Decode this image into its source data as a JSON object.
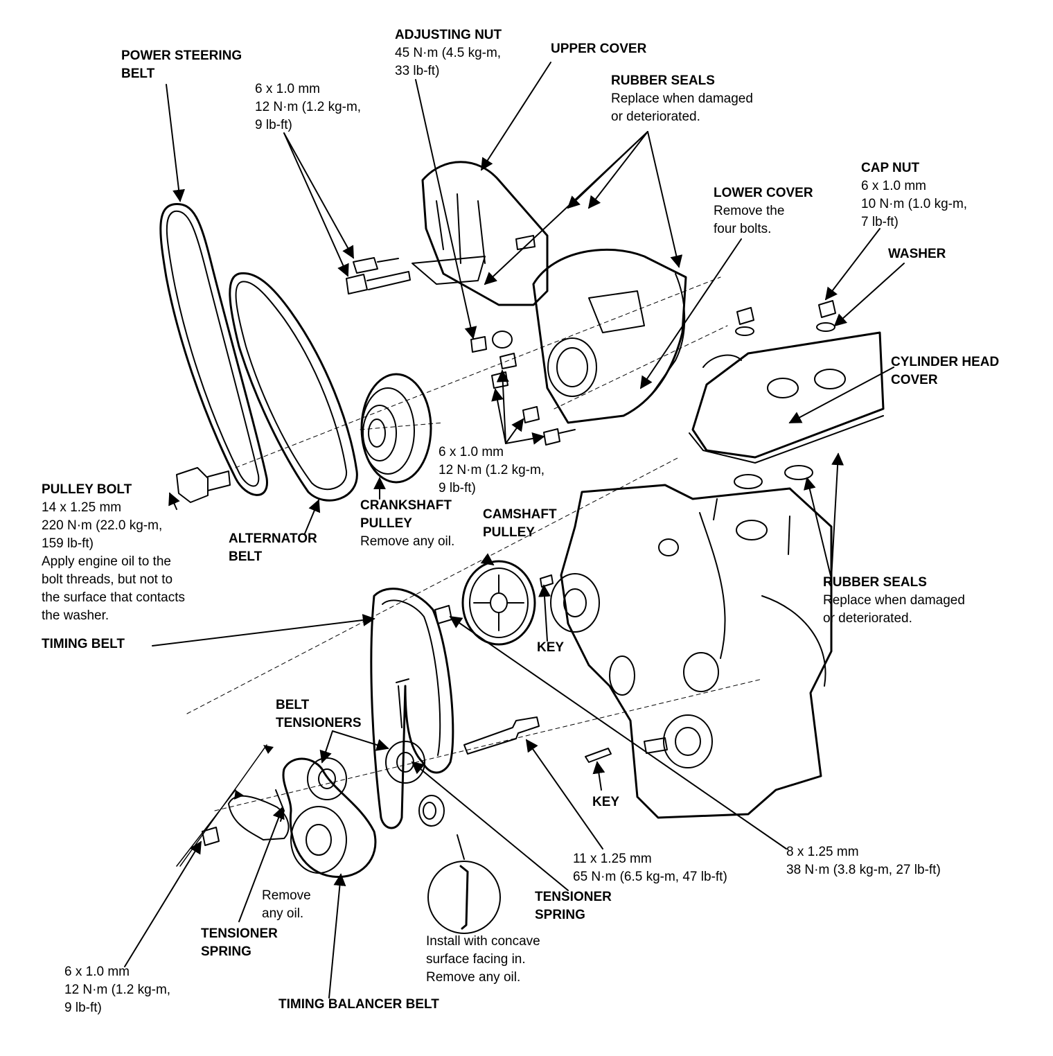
{
  "colors": {
    "ink": "#000000",
    "paper": "#ffffff"
  },
  "labels": {
    "power_steering_belt": {
      "title1": "POWER STEERING",
      "title2": "BELT"
    },
    "bolt_6x1_top": {
      "size": "6 x 1.0 mm",
      "torque1": "12 N·m (1.2 kg-m,",
      "torque2": "9 lb-ft)"
    },
    "adjusting_nut": {
      "title": "ADJUSTING NUT",
      "torque1": "45 N·m (4.5 kg-m,",
      "torque2": "33 lb-ft)"
    },
    "upper_cover": {
      "title": "UPPER COVER"
    },
    "rubber_seals_top": {
      "title": "RUBBER SEALS",
      "note1": "Replace when damaged",
      "note2": "or deteriorated."
    },
    "lower_cover": {
      "title": "LOWER COVER",
      "note1": "Remove the",
      "note2": "four bolts."
    },
    "cap_nut": {
      "title": "CAP NUT",
      "size": "6 x 1.0 mm",
      "torque1": "10 N·m (1.0 kg-m,",
      "torque2": "7 lb-ft)"
    },
    "washer": {
      "title": "WASHER"
    },
    "cylinder_head_cover": {
      "title1": "CYLINDER HEAD",
      "title2": "COVER"
    },
    "bolt_6x1_mid": {
      "size": "6 x 1.0 mm",
      "torque1": "12 N·m (1.2 kg-m,",
      "torque2": "9 lb-ft)"
    },
    "pulley_bolt": {
      "title": "PULLEY BOLT",
      "size": "14 x 1.25 mm",
      "torque1": "220 N·m (22.0 kg-m,",
      "torque2": "159 lb-ft)",
      "note1": "Apply engine oil to the",
      "note2": "bolt threads, but not to",
      "note3": "the surface that contacts",
      "note4": "the washer."
    },
    "alternator_belt": {
      "title1": "ALTERNATOR",
      "title2": "BELT"
    },
    "crankshaft_pulley": {
      "title1": "CRANKSHAFT",
      "title2": "PULLEY",
      "note": "Remove any oil."
    },
    "camshaft_pulley": {
      "title1": "CAMSHAFT",
      "title2": "PULLEY"
    },
    "rubber_seals_right": {
      "title": "RUBBER SEALS",
      "note1": "Replace when damaged",
      "note2": "or deteriorated."
    },
    "timing_belt": {
      "title": "TIMING BELT"
    },
    "key_upper": {
      "title": "KEY"
    },
    "key_lower": {
      "title": "KEY"
    },
    "belt_tensioners": {
      "title1": "BELT",
      "title2": "TENSIONERS"
    },
    "bolt_11x125": {
      "size": "11 x 1.25 mm",
      "torque": "65 N·m (6.5 kg-m, 47 lb-ft)"
    },
    "bolt_8x125": {
      "size": "8 x 1.25 mm",
      "torque": "38 N·m (3.8 kg-m, 27 lb-ft)"
    },
    "remove_any_oil": {
      "note1": "Remove",
      "note2": "any oil."
    },
    "tensioner_spring_left": {
      "title1": "TENSIONER",
      "title2": "SPRING"
    },
    "tensioner_spring_right": {
      "title1": "TENSIONER",
      "title2": "SPRING"
    },
    "install_note": {
      "note1": "Install with concave",
      "note2": "surface facing in.",
      "note3": "Remove any oil."
    },
    "bolt_6x1_bottom": {
      "size": "6 x 1.0 mm",
      "torque1": "12 N·m (1.2 kg-m,",
      "torque2": "9 lb-ft)"
    },
    "timing_balancer_belt": {
      "title": "TIMING BALANCER BELT"
    }
  }
}
